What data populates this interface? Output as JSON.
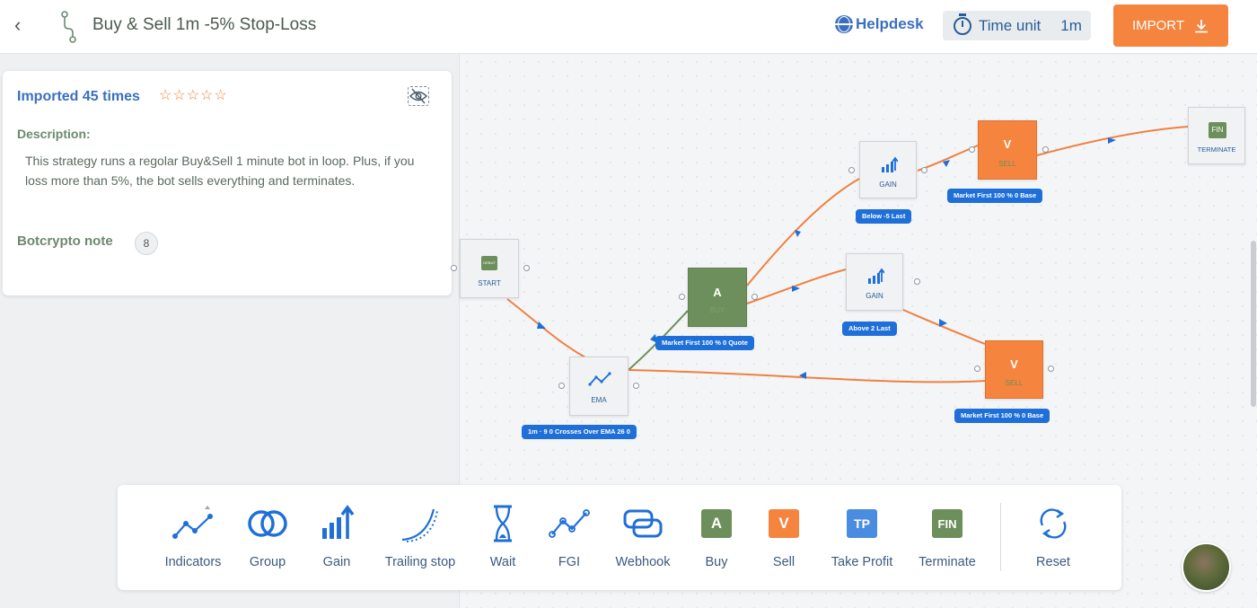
{
  "header": {
    "title": "Buy & Sell 1m -5% Stop-Loss",
    "helpdesk": "Helpdesk",
    "time_unit_label": "Time unit",
    "time_unit_value": "1m",
    "import_label": "IMPORT"
  },
  "card": {
    "imported": "Imported 45 times",
    "stars": "☆☆☆☆☆",
    "description_label": "Description:",
    "description": "This strategy runs a regolar Buy&Sell 1 minute bot in loop. Plus, if you loss more than 5%, the bot sells everything and terminates.",
    "note_label": "Botcrypto note",
    "note_count": "8"
  },
  "nodes": {
    "start": {
      "label": "START",
      "badge": "DEBUT"
    },
    "ema": {
      "label": "EMA",
      "params": "1m · 9 0 Crosses Over EMA 26 0"
    },
    "buy": {
      "letter": "A",
      "sub": "BUY",
      "params": "Market First 100 % 0 Quote"
    },
    "gain_top": {
      "label": "GAIN",
      "params": "Below -5 Last"
    },
    "gain_mid": {
      "label": "GAIN",
      "params": "Above 2 Last"
    },
    "sell_top": {
      "letter": "V",
      "sub": "SELL",
      "params": "Market First 100 % 0 Base"
    },
    "sell_bottom": {
      "letter": "V",
      "sub": "SELL",
      "params": "Market First 100 % 0 Base"
    },
    "terminate": {
      "badge": "FIN",
      "label": "TERMINATE"
    }
  },
  "toolbar": {
    "items": [
      {
        "label": "Indicators",
        "icon": "indicators-icon"
      },
      {
        "label": "Group",
        "icon": "group-icon"
      },
      {
        "label": "Gain",
        "icon": "gain-icon"
      },
      {
        "label": "Trailing stop",
        "icon": "trailing-stop-icon"
      },
      {
        "label": "Wait",
        "icon": "hourglass-icon"
      },
      {
        "label": "FGI",
        "icon": "fgi-icon"
      },
      {
        "label": "Webhook",
        "icon": "webhook-icon"
      },
      {
        "label": "Buy",
        "icon": "buy-icon",
        "letter": "A"
      },
      {
        "label": "Sell",
        "icon": "sell-icon",
        "letter": "V"
      },
      {
        "label": "Take Profit",
        "icon": "take-profit-icon",
        "letter": "TP"
      },
      {
        "label": "Terminate",
        "icon": "terminate-icon",
        "letter": "FIN"
      },
      {
        "label": "Reset",
        "icon": "reset-icon"
      }
    ]
  },
  "colors": {
    "accent_blue": "#1f6fd9",
    "orange": "#f5843f",
    "green": "#6c8f5b",
    "edge_orange": "#f08040"
  }
}
